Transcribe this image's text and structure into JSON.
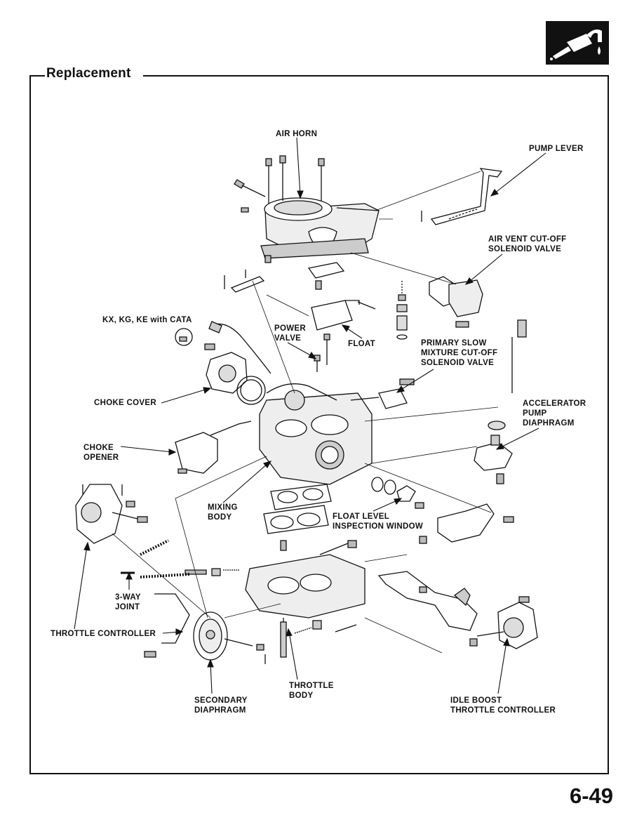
{
  "header": {
    "section_title": "Replacement"
  },
  "footer": {
    "page_number": "6-49"
  },
  "icons": {
    "section_icon": "fuel-nozzle-icon"
  },
  "labels": {
    "air_horn": "AIR HORN",
    "pump_lever": "PUMP LEVER",
    "air_vent_cutoff": "AIR VENT CUT-OFF\nSOLENOID VALVE",
    "kx_kg_ke": "KX, KG, KE with CATA",
    "power_valve": "POWER\nVALVE",
    "float": "FLOAT",
    "primary_slow": "PRIMARY SLOW\nMIXTURE CUT-OFF\nSOLENOID VALVE",
    "choke_cover": "CHOKE COVER",
    "accelerator_pump": "ACCELERATOR\nPUMP\nDIAPHRAGM",
    "choke_opener": "CHOKE\nOPENER",
    "mixing_body": "MIXING\nBODY",
    "float_level_window": "FLOAT LEVEL\nINSPECTION WINDOW",
    "three_way_joint": "3-WAY\nJOINT",
    "throttle_controller": "THROTTLE CONTROLLER",
    "throttle_body": "THROTTLE\nBODY",
    "secondary_diaphragm": "SECONDARY\nDIAPHRAGM",
    "idle_boost": "IDLE BOOST\nTHROTTLE CONTROLLER"
  }
}
